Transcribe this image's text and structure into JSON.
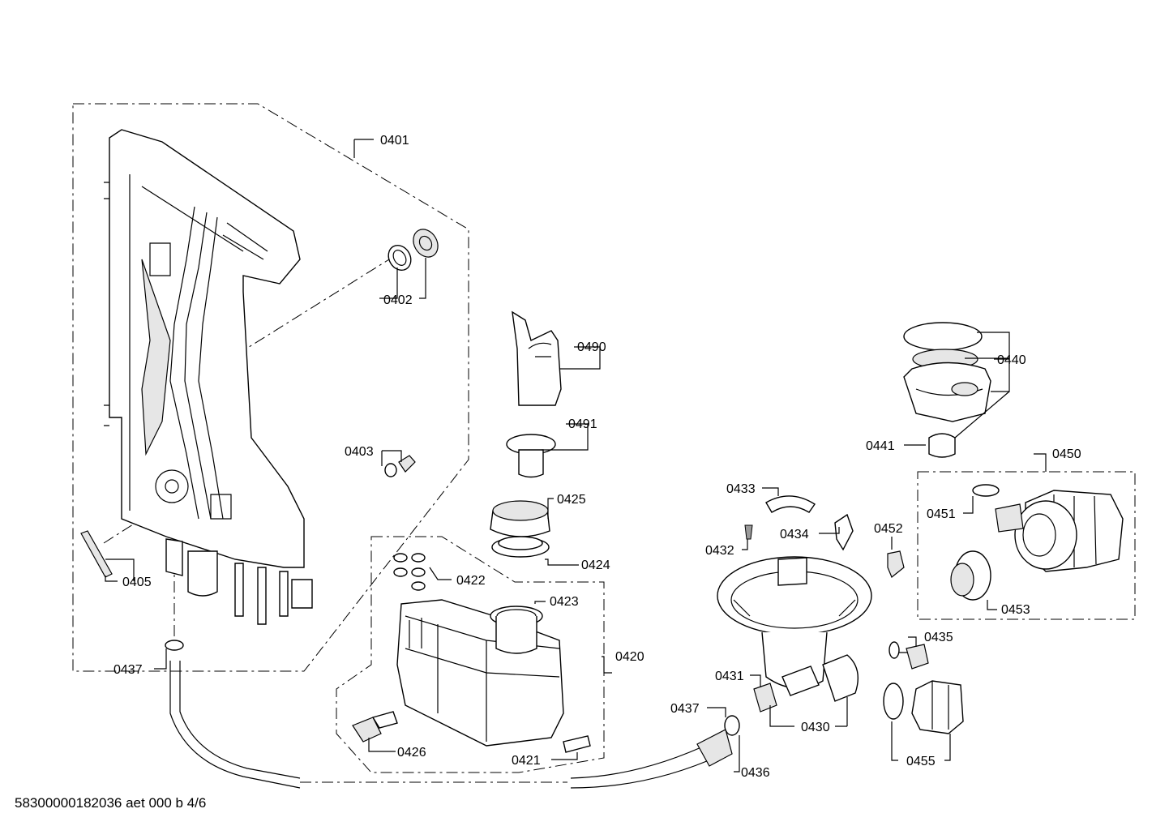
{
  "diagram": {
    "doc_ref": "58300000182036 aet 000 b 4/6",
    "labels": {
      "p0401": "0401",
      "p0402": "0402",
      "p0403": "0403",
      "p0405": "0405",
      "p0437a": "0437",
      "p0490": "0490",
      "p0491": "0491",
      "p0425": "0425",
      "p0424": "0424",
      "p0422": "0422",
      "p0423": "0423",
      "p0420": "0420",
      "p0426": "0426",
      "p0421": "0421",
      "p0440": "0440",
      "p0441": "0441",
      "p0450": "0450",
      "p0451": "0451",
      "p0453": "0453",
      "p0433": "0433",
      "p0432": "0432",
      "p0434": "0434",
      "p0452": "0452",
      "p0435": "0435",
      "p0431": "0431",
      "p0430": "0430",
      "p0437b": "0437",
      "p0436": "0436",
      "p0455": "0455"
    }
  }
}
